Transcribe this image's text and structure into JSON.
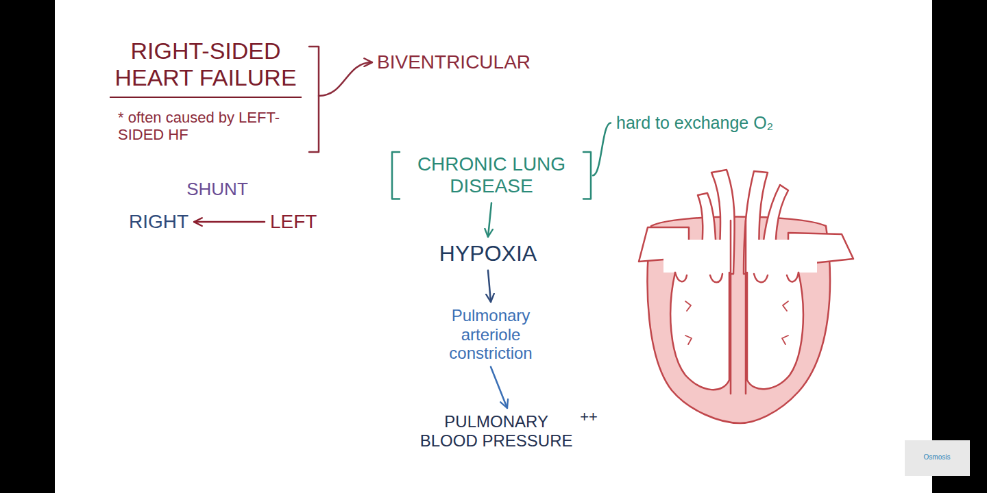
{
  "diagram": {
    "nodes": [
      {
        "text": [
          "RIGHT-SIDED HEART FAILURE",
          "* often caused by LEFT-SIDED HF"
        ]
      },
      {
        "text": [
          "BIVENTRICULAR"
        ]
      },
      {
        "text": [
          "RIGHT"
        ]
      },
      {
        "text": [
          "LEFT"
        ]
      },
      {
        "text": [
          "hard to exchange O₂"
        ]
      },
      {
        "text": [
          "CHRONIC LUNG DISEASE"
        ]
      },
      {
        "text": [
          "HYPOXIA"
        ]
      },
      {
        "text": [
          "Pulmonary arteriole constriction"
        ]
      },
      {
        "text": [
          "PULMONARY BLOOD PRESSURE",
          "++"
        ]
      }
    ],
    "edges": [
      {
        "from": 0,
        "to": 1,
        "arrow": "to"
      },
      {
        "from": 3,
        "to": 2,
        "arrow": "to"
      },
      {
        "from": 5,
        "to": 4,
        "arrow": "none"
      },
      {
        "from": 5,
        "to": 6,
        "arrow": "to"
      },
      {
        "from": 6,
        "to": 7,
        "arrow": "to"
      },
      {
        "from": 7,
        "to": 8,
        "arrow": "to"
      }
    ],
    "labels": [
      "SHUNT",
      "Osmosis"
    ]
  }
}
